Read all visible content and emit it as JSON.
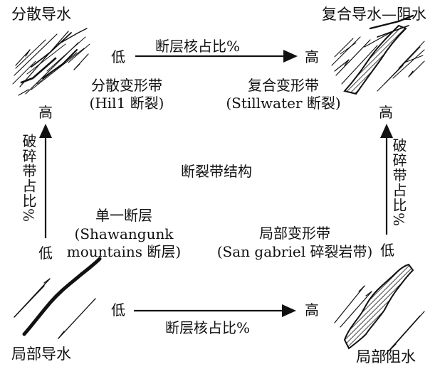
{
  "corners": {
    "top_left_title": "分散导水",
    "top_right_title": "复合导水—阻水",
    "bottom_left_title": "局部导水",
    "bottom_right_title": "局部阻水"
  },
  "center_label": "断裂带结构",
  "top_axis": {
    "label": "断层核占比%",
    "low": "低",
    "high": "高"
  },
  "bottom_axis": {
    "label": "断层核占比%",
    "low": "低",
    "high": "高"
  },
  "left_axis": {
    "label": "破碎带占比%",
    "low": "低",
    "high": "高"
  },
  "right_axis": {
    "label": "破碎带占比%",
    "low": "低",
    "high": "高"
  },
  "zones": {
    "top_left": {
      "name": "分散变形带",
      "example": "(Hil1 断裂)"
    },
    "top_right": {
      "name": "复合变形带",
      "example": "(Stillwater 断裂)"
    },
    "bottom_left": {
      "name": "单一断层",
      "example_line1": "(Shawangunk",
      "example_line2": "mountains 断层)"
    },
    "bottom_right": {
      "name": "局部变形带",
      "example": "(San gabriel 碎裂岩带)"
    }
  },
  "colors": {
    "ink": "#111111",
    "background": "#ffffff"
  }
}
